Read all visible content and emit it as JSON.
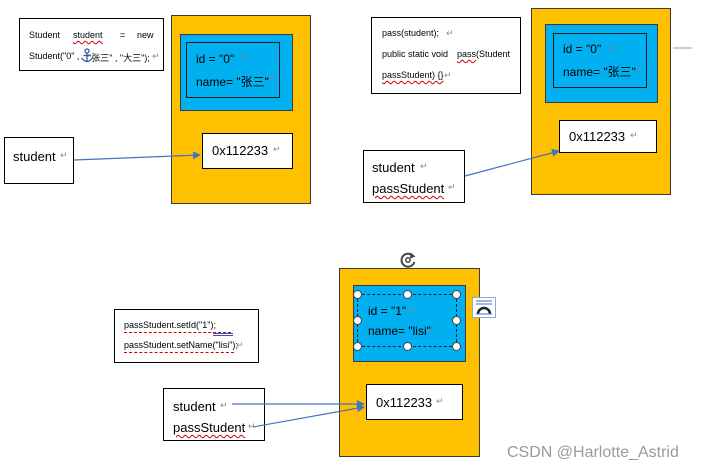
{
  "panel1": {
    "code_line1_a": "Student",
    "code_line1_b": "student",
    "code_line1_c": "=",
    "code_line1_d": "new",
    "code_line2_a": "Student(\"0\" ,",
    "code_line2_b": "\"张三\" , \"大三\");",
    "obj_id": "id = \"0\"",
    "obj_name": "name= \"张三\"",
    "address": "0x112233",
    "ref_label": "student"
  },
  "panel2": {
    "code_line1": "pass(student);",
    "code_line2_a": "public static void",
    "code_line2_b": "pass",
    "code_line2_c": "(Student",
    "code_line3": "passStudent) {}",
    "obj_id": "id = \"0\"",
    "obj_name": "name= \"张三\"",
    "address": "0x112233",
    "ref_label1": "student",
    "ref_label2": "passStudent"
  },
  "panel3": {
    "code_line1": "passStudent.setId(\"1\");",
    "code_line2": "passStudent.setName(\"lisi\");",
    "obj_id": "id = \"1\"",
    "obj_name": "name= \"lisi\"",
    "address": "0x112233",
    "ref_label1": "student",
    "ref_label2": "passStudent"
  },
  "para_mark": "↵",
  "watermark": "CSDN @Harlotte_Astrid",
  "colors": {
    "heap_orange": "#FFC000",
    "object_blue": "#00B0F0",
    "arrow": "#4472C4"
  }
}
